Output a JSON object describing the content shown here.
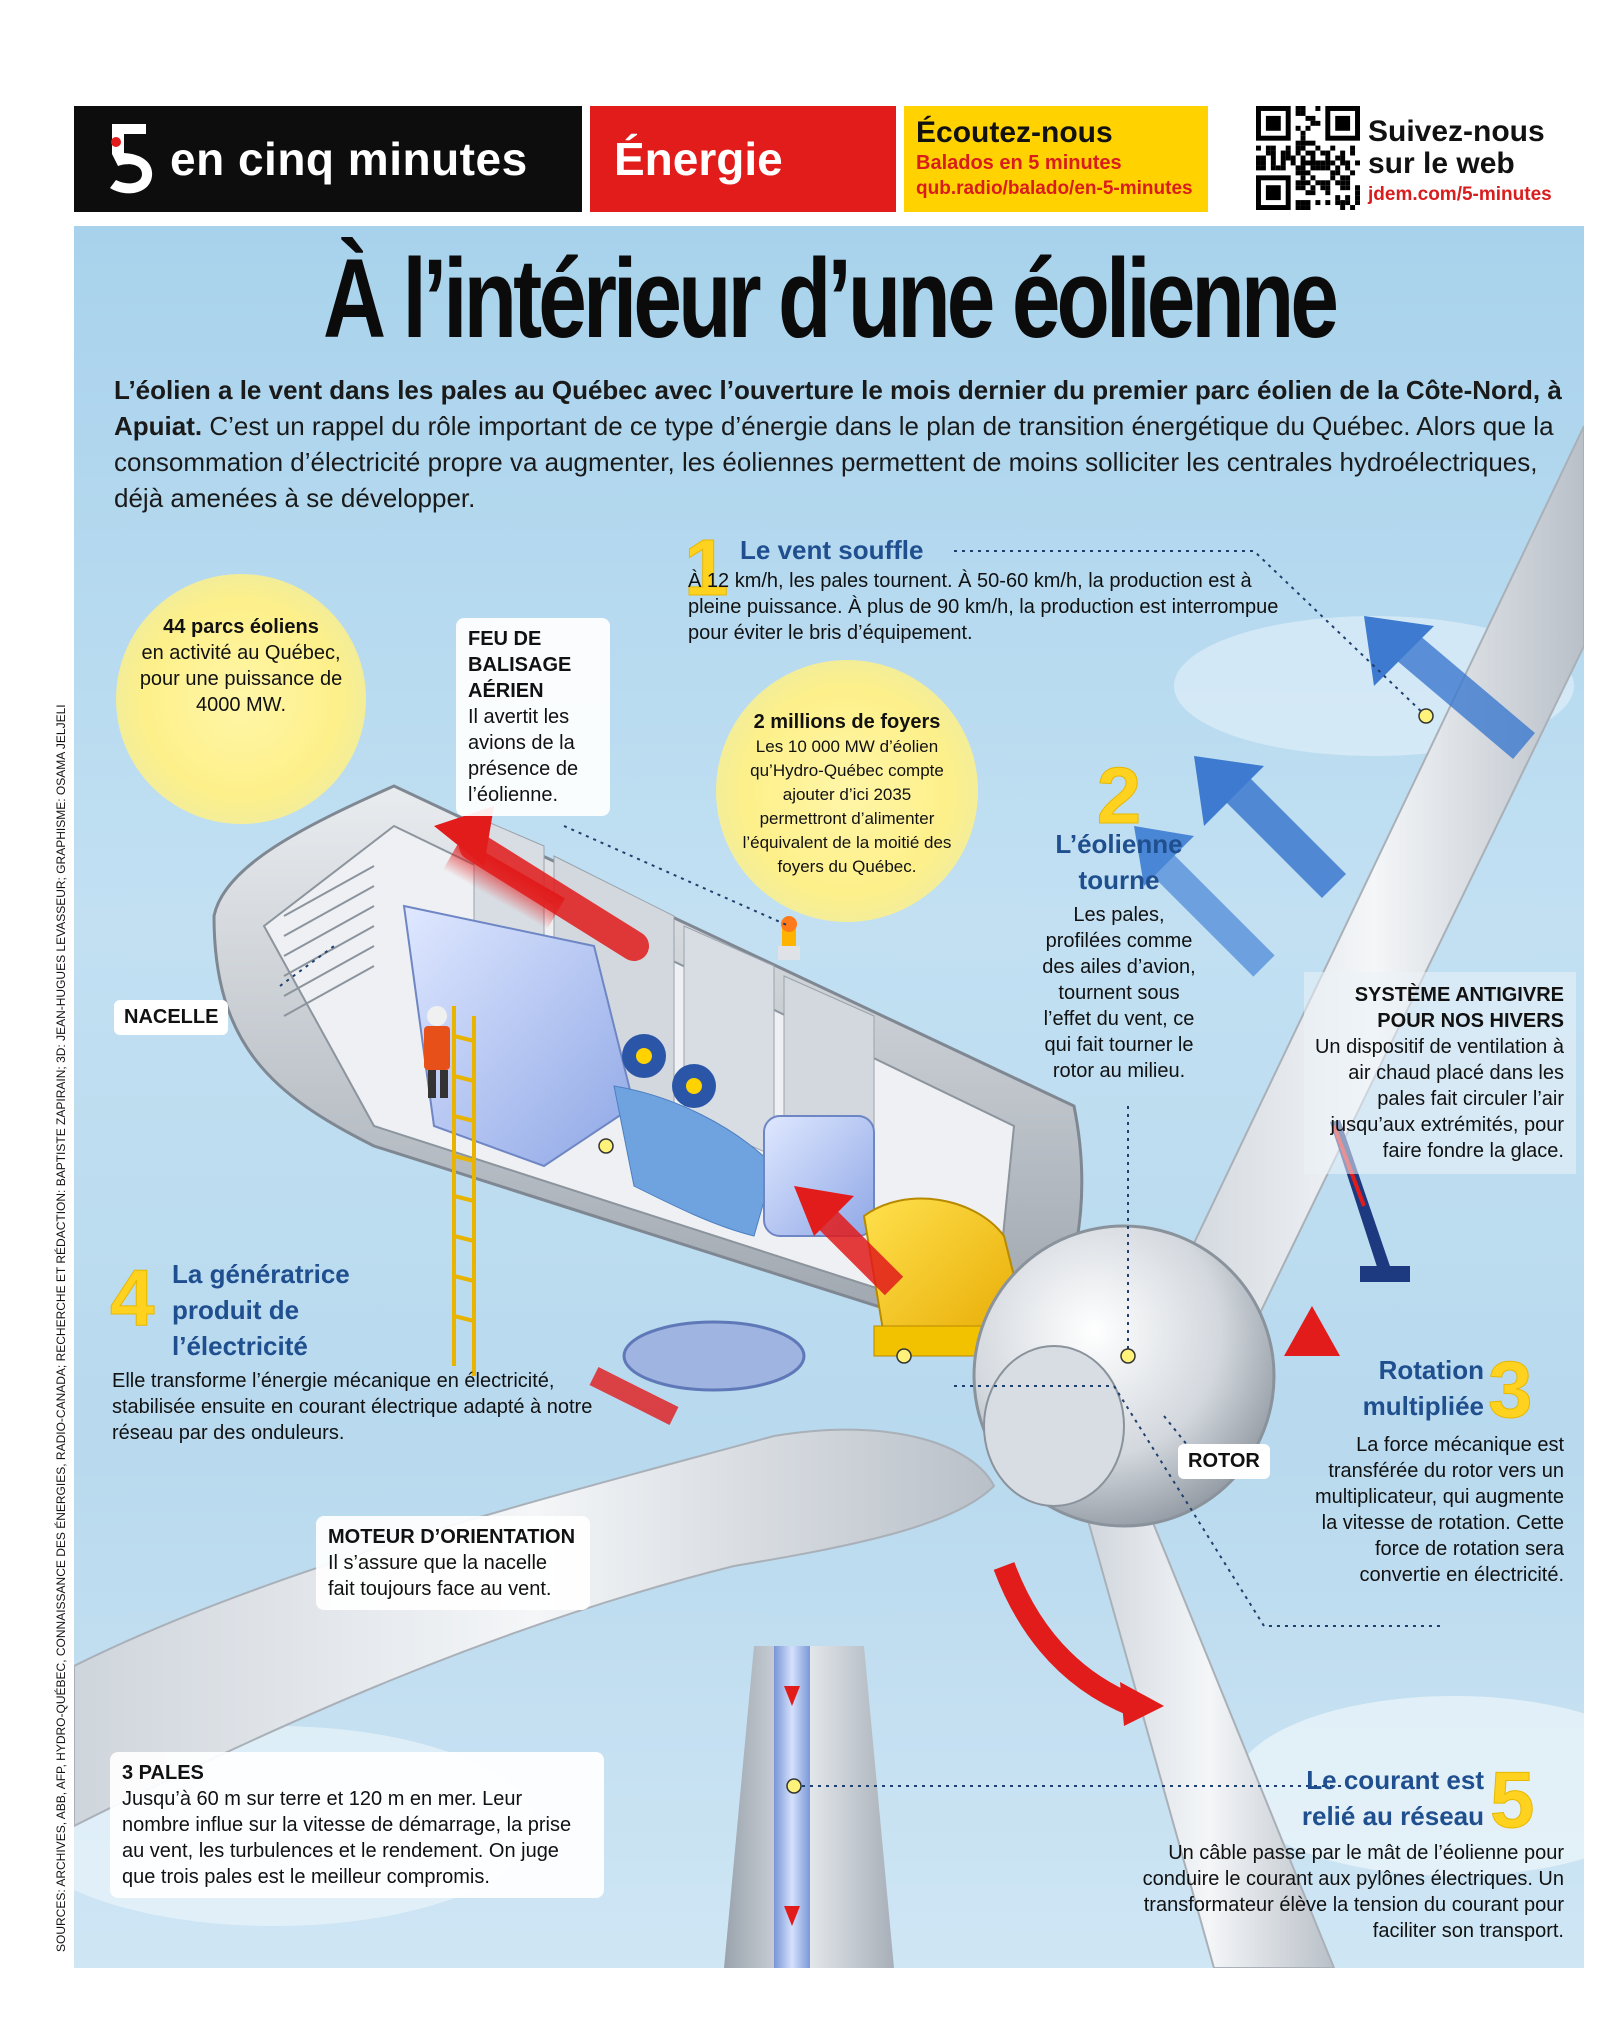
{
  "header": {
    "brand": "en cinq minutes",
    "topic": "Énergie",
    "listen_title": "Écoutez-nous",
    "listen_sub": "Balados en 5 minutes",
    "listen_url": "qub.radio/balado/en-5-minutes",
    "follow_title": "Suivez-nous sur le web",
    "follow_url": "jdem.com/5-minutes"
  },
  "title": "À l’intérieur d’une éolienne",
  "intro": {
    "bold": "L’éolien a le vent dans les pales au Québec avec l’ouverture le mois dernier du premier parc éolien de la Côte-Nord, à Apuiat.",
    "text": " C’est un rappel du rôle important de ce type d’énergie dans le plan de transition énergétique du Québec. Alors que la consommation d’électricité propre va augmenter, les éoliennes permettent de moins solliciter les centrales hydroélectriques, déjà amenées à se développer."
  },
  "parcs": {
    "bold": "44 parcs éoliens",
    "text": "en activité au Québec, pour une puissance de 4000 MW."
  },
  "foyers": {
    "bold": "2 millions de foyers",
    "text": "Les 10 000 MW d’éolien qu’Hydro-Québec compte ajouter d’ici 2035 permettront d’alimenter l’équivalent de la moitié des foyers du Québec."
  },
  "balisage": {
    "title": "FEU DE BALISAGE AÉRIEN",
    "text": "Il avertit les avions de la présence de l’éolienne."
  },
  "step1": {
    "num": "1",
    "title": "Le vent souffle",
    "text": "À 12 km/h, les pales tournent. À 50-60 km/h, la production est à pleine puissance. À plus de 90 km/h, la production est interrompue pour éviter le bris d’équipement."
  },
  "step2": {
    "num": "2",
    "title": "L’éolienne tourne",
    "text": "Les pales, profilées comme des ailes d’avion, tournent sous l’effet du vent, ce qui fait tourner le rotor au milieu."
  },
  "antigivre": {
    "title": "SYSTÈME ANTIGIVRE POUR NOS HIVERS",
    "text": "Un dispositif de ventilation à air chaud placé dans les pales fait circuler l’air jusqu’aux extrémités, pour faire fondre la glace."
  },
  "step3": {
    "num": "3",
    "title": "Rotation multipliée",
    "text": "La force mécanique est transférée du rotor vers un multiplicateur, qui augmente la vitesse de rotation. Cette force de rotation sera convertie en électricité."
  },
  "step4": {
    "num": "4",
    "title": "La génératrice produit de l’électricité",
    "text": "Elle transforme l’énergie mécanique en électricité, stabilisée ensuite en courant électrique adapté à notre réseau par des onduleurs."
  },
  "step5": {
    "num": "5",
    "title": "Le courant est relié au réseau",
    "text": "Un câble passe par le mât de l’éolienne pour conduire le courant aux pylônes électriques. Un transformateur élève la tension du courant pour faciliter son transport."
  },
  "moteur": {
    "title": "MOTEUR D’ORIENTATION",
    "text": "Il s’assure que la nacelle fait toujours face au vent."
  },
  "pales": {
    "title": "3 PALES",
    "text": "Jusqu’à 60 m sur terre et 120 m en mer. Leur nombre influe sur la vitesse de démarrage, la prise au vent, les turbulences et le rendement. On juge que trois pales est le meilleur compromis."
  },
  "labels": {
    "nacelle": "NACELLE",
    "rotor": "ROTOR"
  },
  "credits": "SOURCES: ARCHIVES, ABB, AFP, HYDRO-QUÉBEC, CONNAISSANCE DES ÉNERGIES, RADIO-CANADA; RECHERCHE ET RÉDACTION: BAPTISTE ZAPIRAIN; 3D: JEAN-HUGUES LEVASSEUR; GRAPHISME: OSAMA JELJELI",
  "colors": {
    "black": "#0d0d0d",
    "red": "#e21b1b",
    "yellow": "#ffd200",
    "blue_title": "#1f4f8e",
    "sky": "#b8d9ee"
  }
}
